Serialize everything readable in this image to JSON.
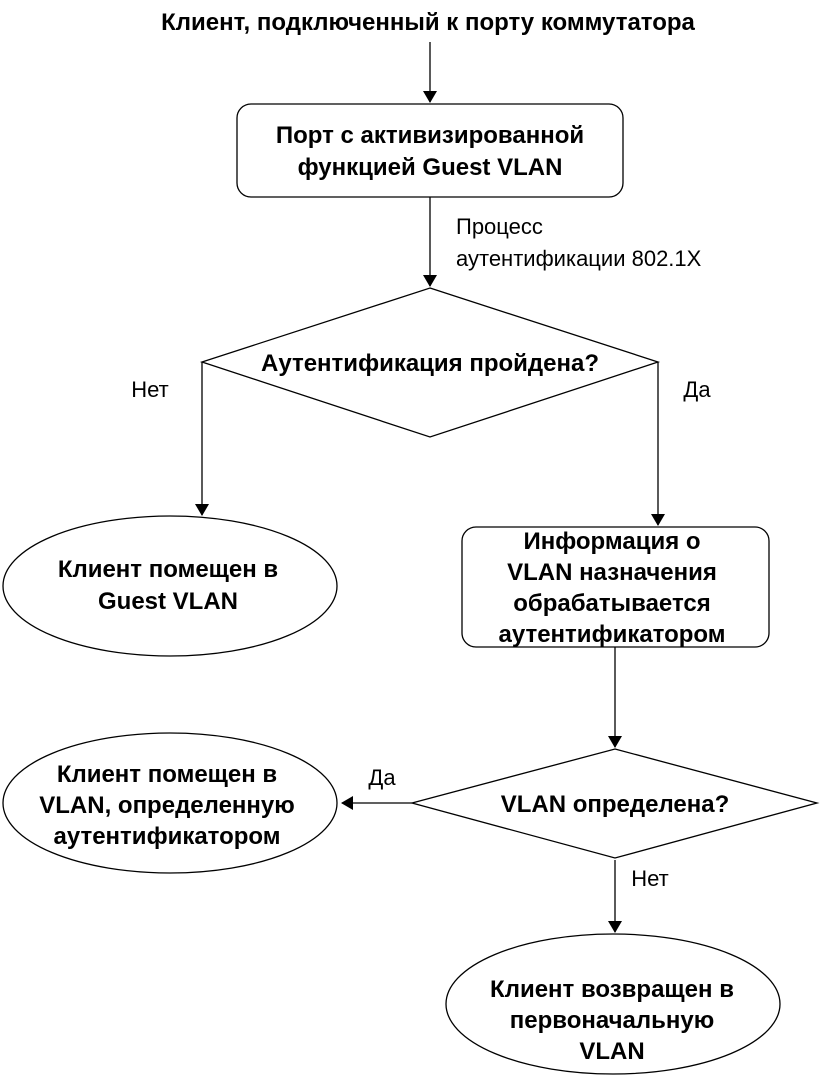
{
  "title": "Клиент, подключенный к порту коммутатора",
  "nodes": {
    "port_box": {
      "lines": [
        "Порт с активизированной",
        "функцией Guest VLAN"
      ]
    },
    "auth_decision": {
      "lines": [
        "Аутентификация пройдена?"
      ]
    },
    "guest_vlan_result": {
      "lines": [
        "Клиент помещен в",
        "Guest VLAN"
      ]
    },
    "vlan_info_box": {
      "lines": [
        "Информация о",
        "VLAN назначения",
        "обрабатывается",
        "аутентификатором"
      ]
    },
    "vlan_decision": {
      "lines": [
        "VLAN определена?"
      ]
    },
    "assigned_vlan_result": {
      "lines": [
        "Клиент помещен в",
        "VLAN, определенную",
        "аутентификатором"
      ]
    },
    "original_vlan_result": {
      "lines": [
        "Клиент возвращен в",
        "первоначальную",
        "VLAN"
      ]
    }
  },
  "edge_labels": {
    "process": [
      "Процесс",
      "аутентификации 802.1X"
    ],
    "auth_no": "Нет",
    "auth_yes": "Да",
    "vlan_yes": "Да",
    "vlan_no": "Нет"
  }
}
